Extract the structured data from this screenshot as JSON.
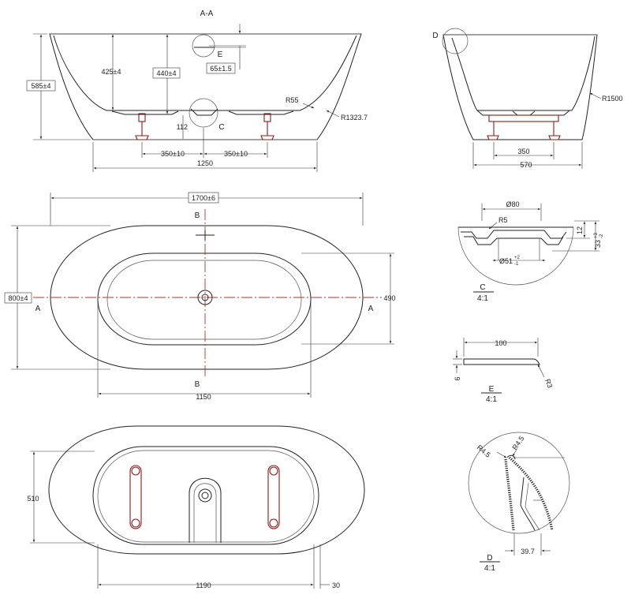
{
  "colors": {
    "line": "#222222",
    "centerline": "#b03030",
    "feet": "#8b1a1a",
    "background": "#ffffff"
  },
  "section_view": {
    "title": "A-A",
    "depth_outer": "585±4",
    "depth_inner_1": "425±4",
    "depth_inner_2": "440±4",
    "detail_e_label": "E",
    "overflow_height": "65±1.5",
    "radius_inner": "R55",
    "radius_outer": "R1323.7",
    "foot_height": "112",
    "detail_c_label": "C",
    "foot_offset_left": "350±10",
    "foot_offset_right": "350±10",
    "base_length": "1250"
  },
  "side_view": {
    "detail_d_label": "D",
    "radius": "R1500",
    "foot_span": "350",
    "base_width": "570"
  },
  "top_view": {
    "overall_length": "1700±6",
    "overall_width": "800±4",
    "inner_width": "490",
    "inner_length": "1150",
    "section_b_top": "B",
    "section_b_bottom": "B",
    "section_a_left": "A",
    "section_a_right": "A"
  },
  "bottom_view": {
    "inner_width": "510",
    "inner_length": "1190",
    "offset": "30"
  },
  "detail_c": {
    "diameter_top": "Ø80",
    "radius": "R5",
    "depth_1": "12",
    "depth_2": "33",
    "depth_2_tol_upper": "+3",
    "depth_2_tol_lower": "-2",
    "diameter_bottom": "Ø51",
    "diameter_bottom_tol_upper": "+2",
    "diameter_bottom_tol_lower": "-1",
    "label": "C",
    "scale": "4:1"
  },
  "detail_e": {
    "length": "100",
    "thickness": "6",
    "radius": "R3",
    "label": "E",
    "scale": "4:1"
  },
  "detail_d": {
    "radius_left": "R4.5",
    "radius_right": "R4.5",
    "offset": "39.7",
    "label": "D",
    "scale": "4:1"
  }
}
